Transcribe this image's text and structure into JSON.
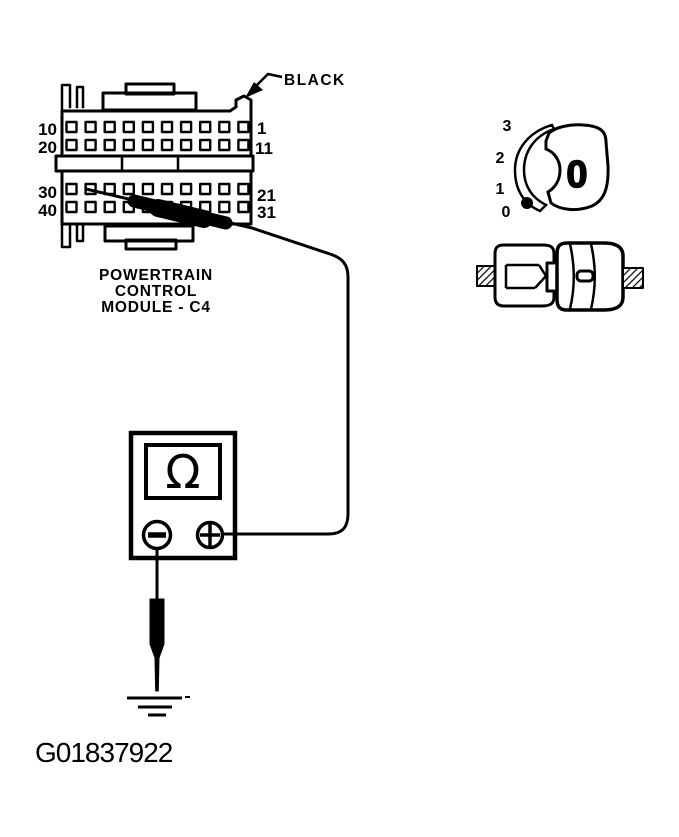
{
  "pcm_connector": {
    "name_lines": [
      "POWERTRAIN",
      "CONTROL",
      "MODULE - C4"
    ],
    "connector_color_label": "BLACK",
    "pins_per_row": 10,
    "pin_labels": {
      "row1_left": "10",
      "row2_left": "20",
      "row3_left": "30",
      "row4_left": "40",
      "row1_right": "1",
      "row2_right": "11",
      "row3_right": "21",
      "row4_right": "31"
    }
  },
  "ignition_switch": {
    "positions": [
      "3",
      "2",
      "1",
      "0"
    ],
    "selected_position": "0",
    "key_marking": "0"
  },
  "ohmmeter": {
    "display_symbol": "Ω"
  },
  "figure_id": "G01837922",
  "colors": {
    "ink": "#000000",
    "paper": "#ffffff"
  }
}
